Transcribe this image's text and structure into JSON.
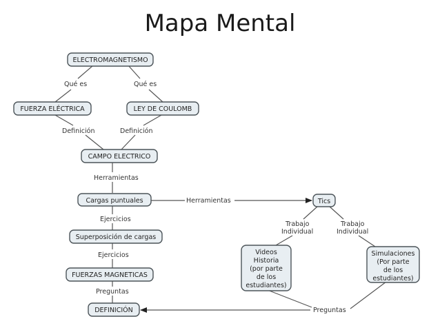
{
  "title": "Mapa Mental",
  "nodes": {
    "electromagnetismo": "ELECTROMAGNETISMO",
    "fuerza_electrica": "FUERZA ELÉCTRICA",
    "ley_coulomb": "LEY DE COULOMB",
    "campo_electrico": "CAMPO ELECTRICO",
    "cargas_puntuales": "Cargas puntuales",
    "superposicion": "Superposición de cargas",
    "fuerzas_magneticas": "FUERZAS MAGNETICAS",
    "definicion": "DEFINICIÓN",
    "tics": "Tics",
    "videos": [
      "Videos",
      "Historia",
      "(por parte",
      "de los",
      "estudiantes)"
    ],
    "simulaciones": [
      "Simulaciones",
      "(Por parte",
      "de los",
      "estudiantes)"
    ]
  },
  "links": {
    "que_es_left": "Qué es",
    "que_es_right": "Qué es",
    "definicion_left": "Definición",
    "definicion_right": "Definición",
    "herramientas_down": "Herramientas",
    "herramientas_right": "Herramientas",
    "ejercicios_1": "Ejercicios",
    "ejercicios_2": "Ejercicios",
    "preguntas_left": "Preguntas",
    "preguntas_bottom": "Preguntas",
    "trabajo_left": [
      "Trabajo",
      "Individual"
    ],
    "trabajo_right": [
      "Trabajo",
      "Individual"
    ]
  }
}
